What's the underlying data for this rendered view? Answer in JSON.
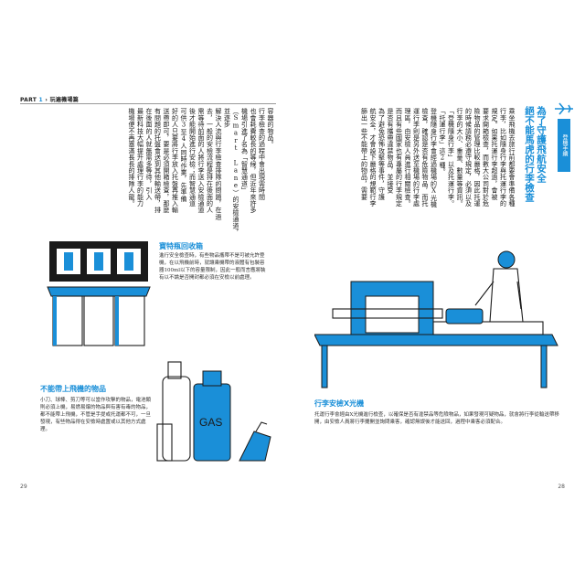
{
  "header": {
    "part_prefix": "PART",
    "part_number": "1",
    "part_title": "› 玩遍機場篇"
  },
  "side_tab": {
    "label": "登機手續"
  },
  "right_page": {
    "heading_lines": [
      "為了守護飛航安全",
      "絕不能馬虎的行李檢查"
    ],
    "body_columns": [
      "乘坐飛機去旅行前都要會準備各種",
      "行李，比如隨身行李與托運行李的",
      "規定。如果托運行李超過，會被",
      "要求開箱檢查，而數大公司對於危",
      "險物品的管理比較嚴格，因此托運",
      "的時候請務必遵守規定，必須以及",
      "行李的大小、重量、數量等資訊。",
      "「登機隨身行李」以及托運行李。",
      "「托運行李」這2種。",
      "登機隨身行李會經過機場的X光機",
      "檢查，確認是否有危險物品，而托",
      "運行李則是另外送至機場的行李處",
      "理區，由安檢人員進行相關檢查。",
      "而且有些國家也有專屬的行李規定",
      "是否有攜帶違禁物品，並接受",
      "為了避免恐怖攻擊等事件，守護",
      "航安全，才會設下嚴格的規範行李",
      "篩出一些不能帶上的物品，需要"
    ]
  },
  "left_page": {
    "body_columns": [
      "容器的物品。",
      "行李檢查的過程中會出現需時間",
      "也會耗費較長的等候，但近年來許多",
      "機場引進了名為「智慧通道」",
      "（Smart Lane）的安檢通道，並逐步",
      "解決人流與行李檢查排隊的問題，在過",
      "去，一般的安檢流程是排在後面的人",
      "需等待前面的人將行李送入安檢通道",
      "後才能開始進行安檢；而智慧通道",
      "可供3至4人同時作業，先準備",
      "好的人只要將行李放入托盤再推入輸",
      "送帶即可，要是必須開箱檢查，那麼",
      "有問題的托盤會送到其他輸送帶，排",
      "在後面的人就無需多等待，引入",
      "最新科技大幅提升處理行李的能力",
      "機場便不再塞滿長長的排隊人龍。"
    ]
  },
  "captions": {
    "bottles": {
      "title": "寶特瓶回收箱",
      "body": "進行安全檢查時，有些物品攜帶不是可被允許登機，在以飛機前時，就讓乘機帶的液體有包裝容器100ml以下的容量限制，因此一般而言應將裝有以不論是否開封都必須在安檢以前處理。"
    },
    "gas": {
      "title": "不能帶上飛機的物品",
      "body": "小刀、球棒、剪刀等可以當作攻擊的物品，電池類則必須上機，易燃易爆的物品與有害有毒的物品，都不能帶上飛機，不管是手提或托運都不可，一旦發現，有些物品得在安檢時處置或以其他方式處理。"
    },
    "xray": {
      "title": "行李安檢X光機",
      "body": "托運行李會經由X光機進行檢查，以確保是否有違禁品等危險物品，如果發現可疑物品，就會將行李從輸送帶移開，由安檢人員將行李攤開並詢問乘客，確認無誤後才能送回，過程中乘客必須配合。"
    }
  },
  "illustrations": {
    "gas_can_label": "GAS"
  },
  "page_numbers": {
    "left": "29",
    "right": "28"
  },
  "colors": {
    "accent": "#1a8fd8",
    "ink": "#1a1a1a"
  }
}
